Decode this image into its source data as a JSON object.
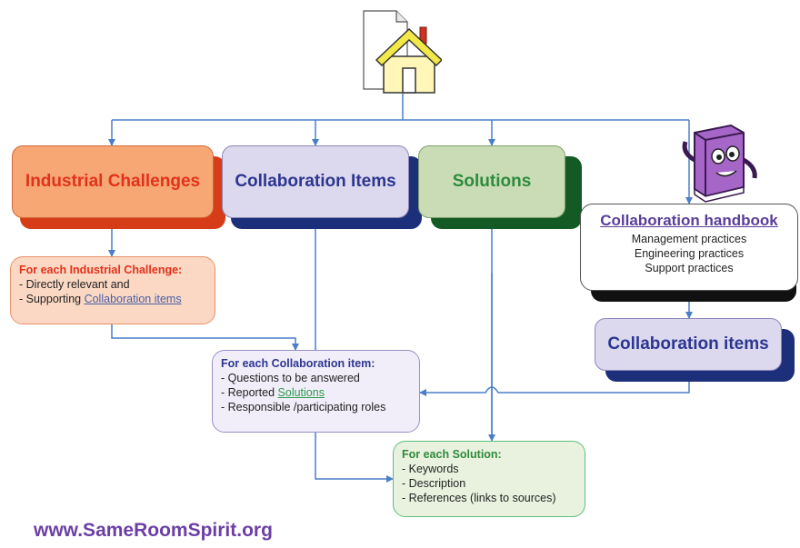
{
  "top_boxes": {
    "industrial_challenges": "Industrial Challenges",
    "collaboration_items": "Collaboration Items",
    "solutions": "Solutions"
  },
  "handbook": {
    "title": "Collaboration handbook",
    "lines": [
      "Management practices",
      "Engineering practices",
      "Support practices"
    ],
    "items_box": "Collaboration items"
  },
  "challenge_card": {
    "header": "For each Industrial Challenge:",
    "line1": "- Directly relevant and",
    "line2_prefix": "- Supporting ",
    "line2_link": "Collaboration items"
  },
  "item_card": {
    "header": "For each Collaboration item:",
    "line1": "- Questions to be answered",
    "line2_prefix": "- Reported ",
    "line2_link": "Solutions",
    "line3": "- Responsible /participating roles"
  },
  "solution_card": {
    "header": "For each Solution:",
    "line1": "- Keywords",
    "line2": "- Description",
    "line3": "- References (links to sources)"
  },
  "footer": {
    "url": "www.SameRoomSpirit.org"
  },
  "colors": {
    "connector": "#4a7fc8",
    "challenge_fill": "#f6a774",
    "challenge_shadow": "#d63c18",
    "challenge_text": "#e3321a",
    "item_fill": "#dcd8ee",
    "item_shadow": "#1c2f7a",
    "item_text": "#2c3690",
    "solution_fill": "#c9dcb6",
    "solution_shadow": "#145a24",
    "solution_text": "#2e8a3c"
  }
}
